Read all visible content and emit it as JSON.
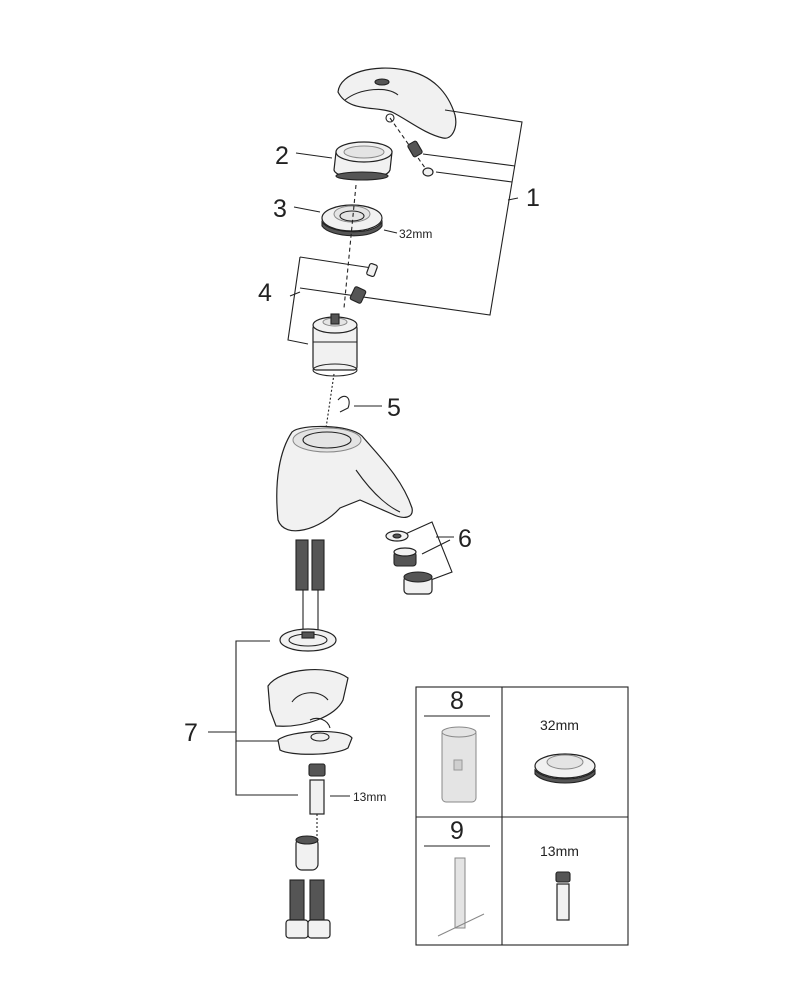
{
  "callouts": {
    "c1": "1",
    "c2": "2",
    "c3": "3",
    "c4": "4",
    "c5": "5",
    "c6": "6",
    "c7": "7"
  },
  "dimensions": {
    "nut_size": "32mm",
    "fitting_size": "13mm"
  },
  "tools_box": {
    "tool8_number": "8",
    "tool8_size": "32mm",
    "tool9_number": "9",
    "tool9_size": "13mm"
  }
}
